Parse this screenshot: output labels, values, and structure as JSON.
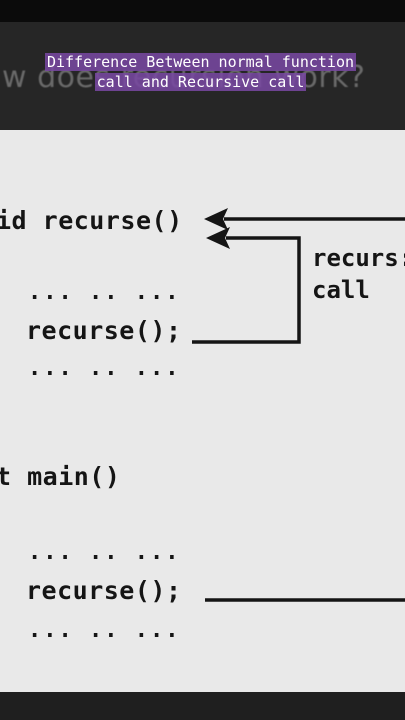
{
  "caption": {
    "text": "Difference Between normal function call and Recursive call"
  },
  "slide": {
    "ghost_title": "w does recursion work?",
    "code": {
      "line_recurse_def": "id recurse()",
      "dots_1": "... .. ...",
      "line_recurse_call_1": "recurse();",
      "dots_2": "... .. ...",
      "line_main_def": "t main()",
      "dots_3": "... .. ...",
      "line_recurse_call_2": "recurse();",
      "dots_4": "... .. ..."
    },
    "annotation": {
      "line1": "recurs:",
      "line2": "call"
    }
  }
}
